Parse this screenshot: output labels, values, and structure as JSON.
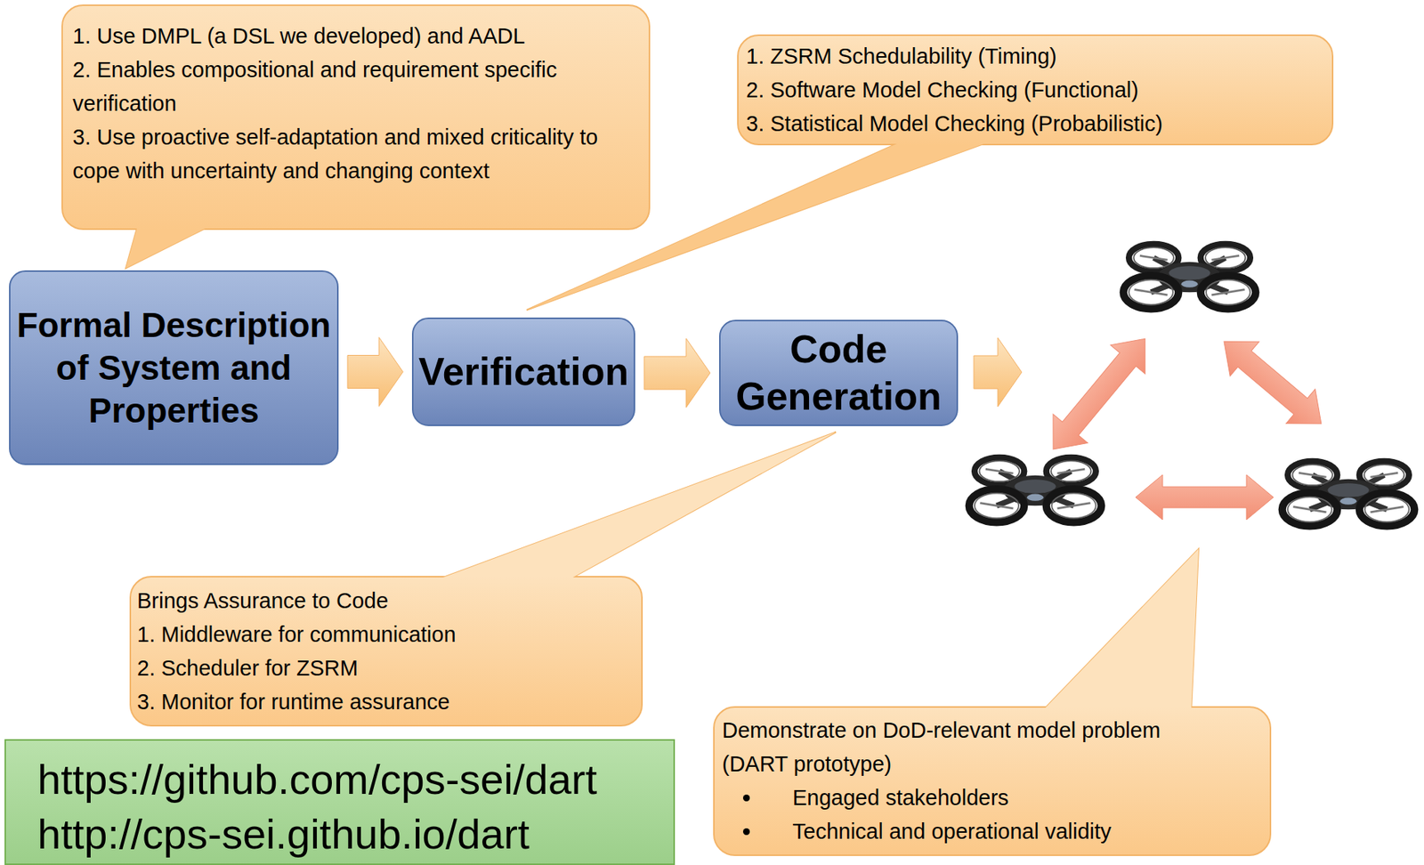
{
  "diagram": {
    "nodes": [
      {
        "text": [
          "1. Use DMPL (a DSL we developed) and AADL",
          "2. Enables compositional and requirement specific verification",
          "3. Use proactive self-adaptation and mixed criticality to cope with uncertainty and changing context"
        ]
      },
      {
        "text": [
          "1. ZSRM Schedulability (Timing)",
          "2. Software Model Checking (Functional)",
          "3. Statistical Model Checking (Probabilistic)"
        ]
      },
      {
        "text": [
          "Formal Description of System and Properties"
        ]
      },
      {
        "text": [
          "Verification"
        ]
      },
      {
        "text": [
          "Code Generation"
        ]
      },
      {
        "text": [
          "Brings Assurance to Code",
          "1. Middleware for communication",
          "2. Scheduler for ZSRM",
          "3. Monitor for runtime assurance"
        ]
      },
      {
        "text": [
          "Demonstrate on DoD-relevant model problem (DART prototype)",
          "Engaged stakeholders",
          "Technical and operational validity"
        ]
      },
      {
        "text": [
          "https://github.com/cps-sei/dart",
          "http://cps-sei.github.io/dart"
        ]
      }
    ],
    "edges": [
      {
        "from": 2,
        "to": 3,
        "arrow": "to"
      },
      {
        "from": 3,
        "to": 4,
        "arrow": "to"
      }
    ]
  }
}
